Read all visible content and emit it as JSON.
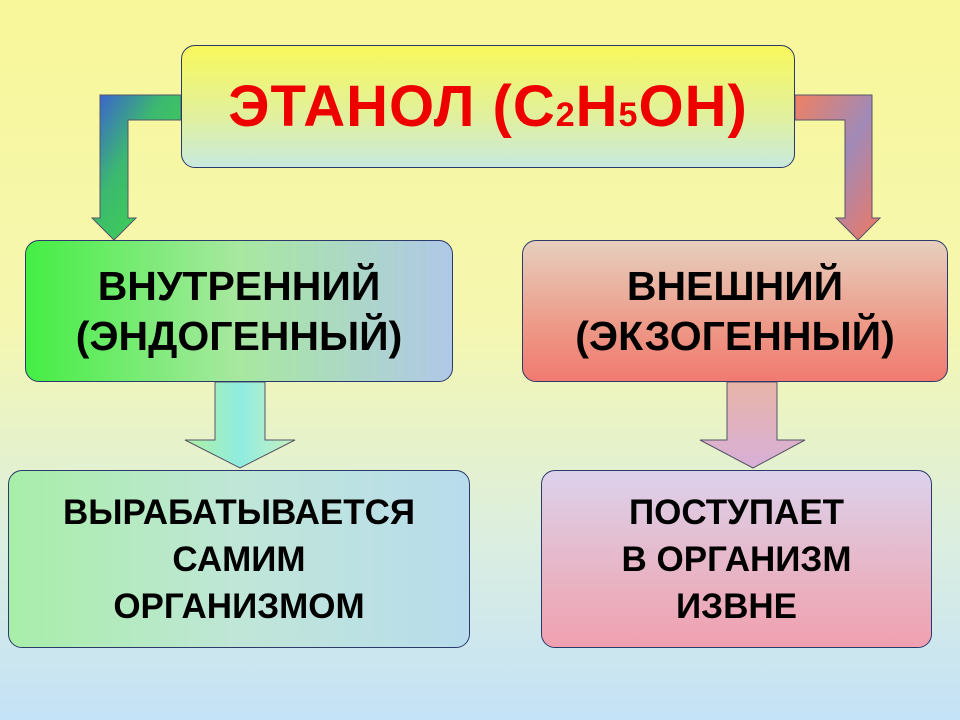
{
  "title": {
    "main": "ЭТАНОЛ (C",
    "sub1": "2",
    "mid": "H",
    "sub2": "5",
    "end": "OH)"
  },
  "left": {
    "line1": "ВНУТРЕННИЙ",
    "line2": "(ЭНДОГЕННЫЙ)",
    "desc1": "ВЫРАБАТЫВАЕТСЯ",
    "desc2": "САМИМ",
    "desc3": "ОРГАНИЗМОМ"
  },
  "right": {
    "line1": "ВНЕШНИЙ",
    "line2": "(ЭКЗОГЕННЫЙ)",
    "desc1": "ПОСТУПАЕТ",
    "desc2": "В ОРГАНИЗМ",
    "desc3": "ИЗВНЕ"
  }
}
